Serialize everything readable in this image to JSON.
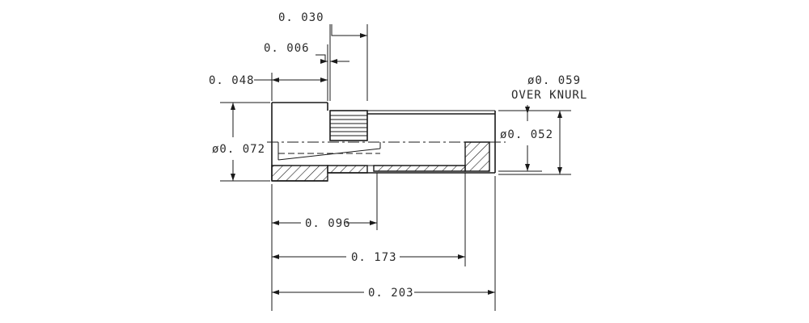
{
  "drawing": {
    "dimensions": {
      "d_0_030": "0. 030",
      "d_0_006": "0. 006",
      "d_0_048": "0. 048",
      "d_dia_0_072": "ø0. 072",
      "d_dia_0_059": "ø0. 059",
      "over_knurl": "OVER KNURL",
      "d_dia_0_052": "ø0. 052",
      "d_0_096": "0. 096",
      "d_0_173": "0. 173",
      "d_0_203": "0. 203"
    }
  }
}
